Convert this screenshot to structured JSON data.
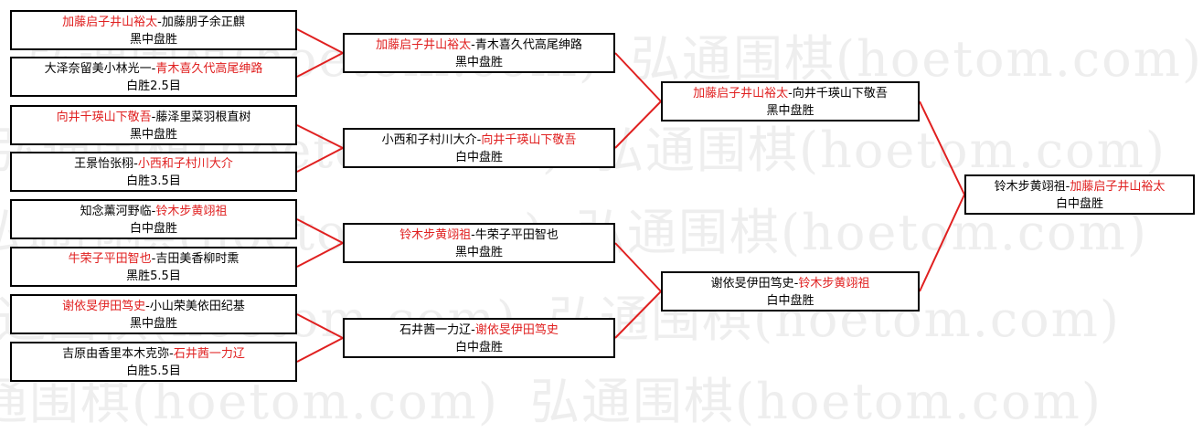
{
  "watermark": "弘通围棋(hoetom.com)",
  "round1": [
    {
      "a": "加藤启子井山裕太",
      "b": "加藤朋子余正麒",
      "winner": "a",
      "result": "黑中盘胜"
    },
    {
      "a": "大泽奈留美小林光一",
      "b": "青木喜久代高尾绅路",
      "winner": "b",
      "result": "白胜2.5目"
    },
    {
      "a": "向井千瑛山下敬吾",
      "b": "藤泽里菜羽根直树",
      "winner": "a",
      "result": "黑中盘胜"
    },
    {
      "a": "王景怡张栩",
      "b": "小西和子村川大介",
      "winner": "b",
      "result": "白胜3.5目"
    },
    {
      "a": "知念薰河野临",
      "b": "铃木步黄翊祖",
      "winner": "b",
      "result": "白中盘胜"
    },
    {
      "a": "牛荣子平田智也",
      "b": "吉田美香柳时熏",
      "winner": "a",
      "result": "黑胜5.5目"
    },
    {
      "a": "谢依旻伊田笃史",
      "b": "小山荣美依田纪基",
      "winner": "a",
      "result": "黑中盘胜"
    },
    {
      "a": "吉原由香里本木克弥",
      "b": "石井茜一力辽",
      "winner": "b",
      "result": "白胜5.5目"
    }
  ],
  "round2": [
    {
      "a": "加藤启子井山裕太",
      "b": "青木喜久代高尾绅路",
      "winner": "a",
      "result": "黑中盘胜"
    },
    {
      "a": "小西和子村川大介",
      "b": "向井千瑛山下敬吾",
      "winner": "b",
      "result": "白中盘胜"
    },
    {
      "a": "铃木步黄翊祖",
      "b": "牛荣子平田智也",
      "winner": "a",
      "result": "黑中盘胜"
    },
    {
      "a": "石井茜一力辽",
      "b": "谢依旻伊田笃史",
      "winner": "b",
      "result": "白中盘胜"
    }
  ],
  "round3": [
    {
      "a": "加藤启子井山裕太",
      "b": "向井千瑛山下敬吾",
      "winner": "a",
      "result": "黑中盘胜"
    },
    {
      "a": "谢依旻伊田笃史",
      "b": "铃木步黄翊祖",
      "winner": "b",
      "result": "白中盘胜"
    }
  ],
  "final": [
    {
      "a": "铃木步黄翊祖",
      "b": "加藤启子井山裕太",
      "winner": "b",
      "result": "白中盘胜"
    }
  ],
  "colors": {
    "winner_text": "#e02020",
    "connector": "#e02020",
    "box_border": "#000000"
  }
}
